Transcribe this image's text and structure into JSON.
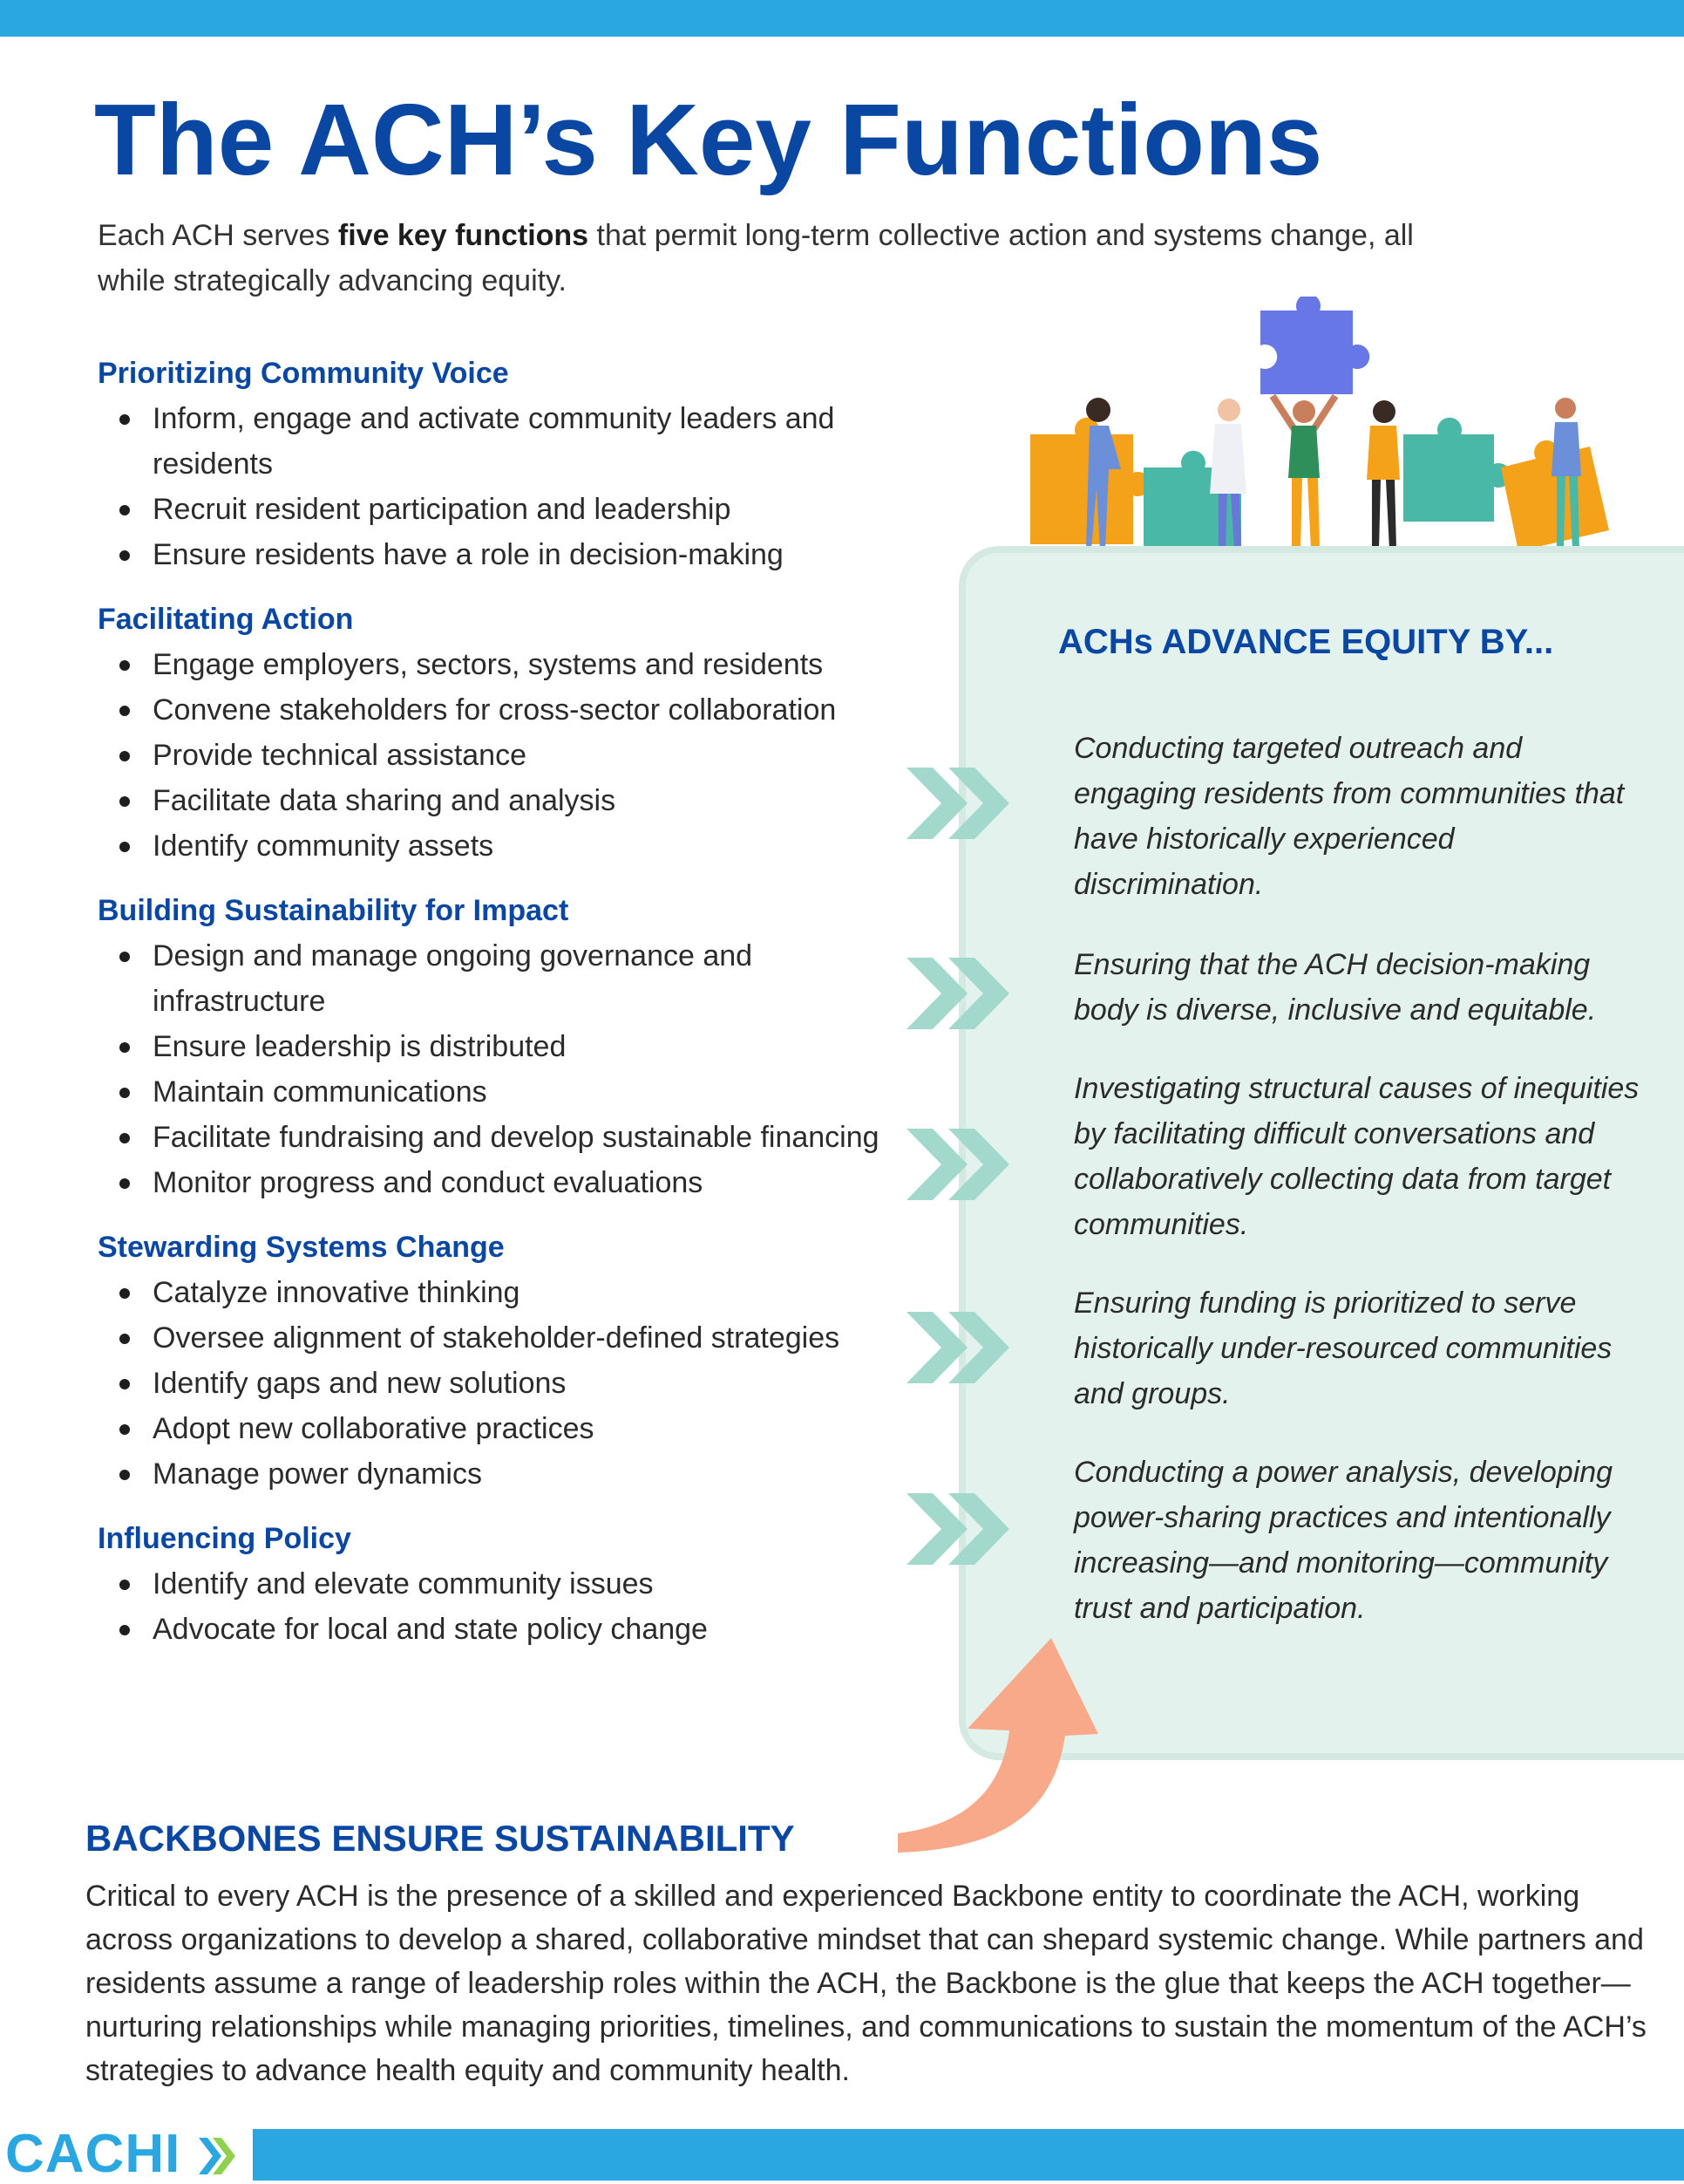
{
  "title": "The ACH’s Key Functions",
  "intro": {
    "before": "Each ACH serves ",
    "bold": "five key functions",
    "after": " that permit long-term collective action and systems change, all while strategically advancing equity."
  },
  "functions": [
    {
      "heading": "Prioritizing Community Voice",
      "items": [
        "Inform, engage and activate community leaders and residents",
        "Recruit resident participation and leadership",
        "Ensure residents have a role in decision-making"
      ]
    },
    {
      "heading": "Facilitating Action",
      "items": [
        "Engage employers, sectors, systems and residents",
        "Convene stakeholders for cross-sector collaboration",
        "Provide technical assistance",
        "Facilitate data sharing and analysis",
        "Identify community assets"
      ]
    },
    {
      "heading": "Building Sustainability for Impact",
      "items": [
        "Design and manage ongoing governance and infrastructure",
        "Ensure leadership is distributed",
        "Maintain communications",
        "Facilitate fundraising and develop sustainable financing",
        "Monitor progress and conduct evaluations"
      ]
    },
    {
      "heading": "Stewarding Systems Change",
      "items": [
        "Catalyze innovative thinking",
        "Oversee alignment of stakeholder-defined strategies",
        "Identify gaps and new solutions",
        "Adopt new collaborative practices",
        "Manage power dynamics"
      ]
    },
    {
      "heading": "Influencing Policy",
      "items": [
        "Identify and elevate community issues",
        "Advocate for local and state policy change"
      ]
    }
  ],
  "equity": {
    "heading": "ACHs ADVANCE EQUITY BY...",
    "items": [
      "Conducting targeted outreach and engaging residents from communities that have historically experienced discrimination.",
      "Ensuring that the ACH decision-making body is diverse, inclusive and equitable.",
      "Investigating structural causes of inequities by facilitating difficult conversations and collaboratively collecting data from target communities.",
      "Ensuring funding is prioritized to serve historically under-resourced communities and groups.",
      "Conducting a power analysis, developing power-sharing practices and intentionally increasing—and monitoring—community trust and participation."
    ]
  },
  "backbone": {
    "heading": "BACKBONES ENSURE SUSTAINABILITY",
    "text": "Critical to every ACH is the presence of a skilled and experienced Backbone entity to coordinate the ACH, working across organizations to develop a shared, collaborative mindset that can shepard systemic change. While partners and residents assume a range of leadership roles within the ACH, the Backbone is the glue that keeps the ACH together—nurturing relationships while managing priorities, timelines, and communications to sustain the momentum of the ACH’s strategies to advance health equity and community health."
  },
  "logo": {
    "text": "CACHI"
  },
  "colors": {
    "brand_blue": "#0a47a3",
    "accent_cyan": "#2aa7e1",
    "panel_mint": "#e4f2ee",
    "chevron_teal": "#a3d9cd",
    "arrow_salmon": "#f7a989"
  },
  "icons": [
    "double-chevron-icon",
    "curved-arrow-icon",
    "puzzle-people-illustration"
  ]
}
